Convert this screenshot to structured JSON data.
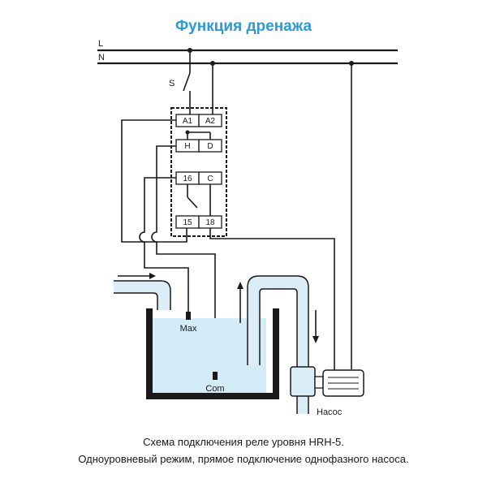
{
  "title": "Функция дренажа",
  "bus_labels": {
    "l": "L",
    "n": "N"
  },
  "switch_label": "S",
  "terminals": {
    "a1": "A1",
    "a2": "A2",
    "h": "H",
    "d": "D",
    "t16": "16",
    "c": "C",
    "t15": "15",
    "t18": "18"
  },
  "probes": {
    "max": "Max",
    "com": "Com"
  },
  "pump_label": "Насос",
  "caption": {
    "line1": "Схема  подключения  реле уровня  HRH-5.",
    "line2_em": "Одноуровневый  режим,",
    "line2_rest": " прямое подключение однофазного насоса."
  },
  "colors": {
    "title": "#2a9bd6",
    "water": "#d4ecf7",
    "pipe": "#dbeef8",
    "line": "#1a1a1a"
  }
}
